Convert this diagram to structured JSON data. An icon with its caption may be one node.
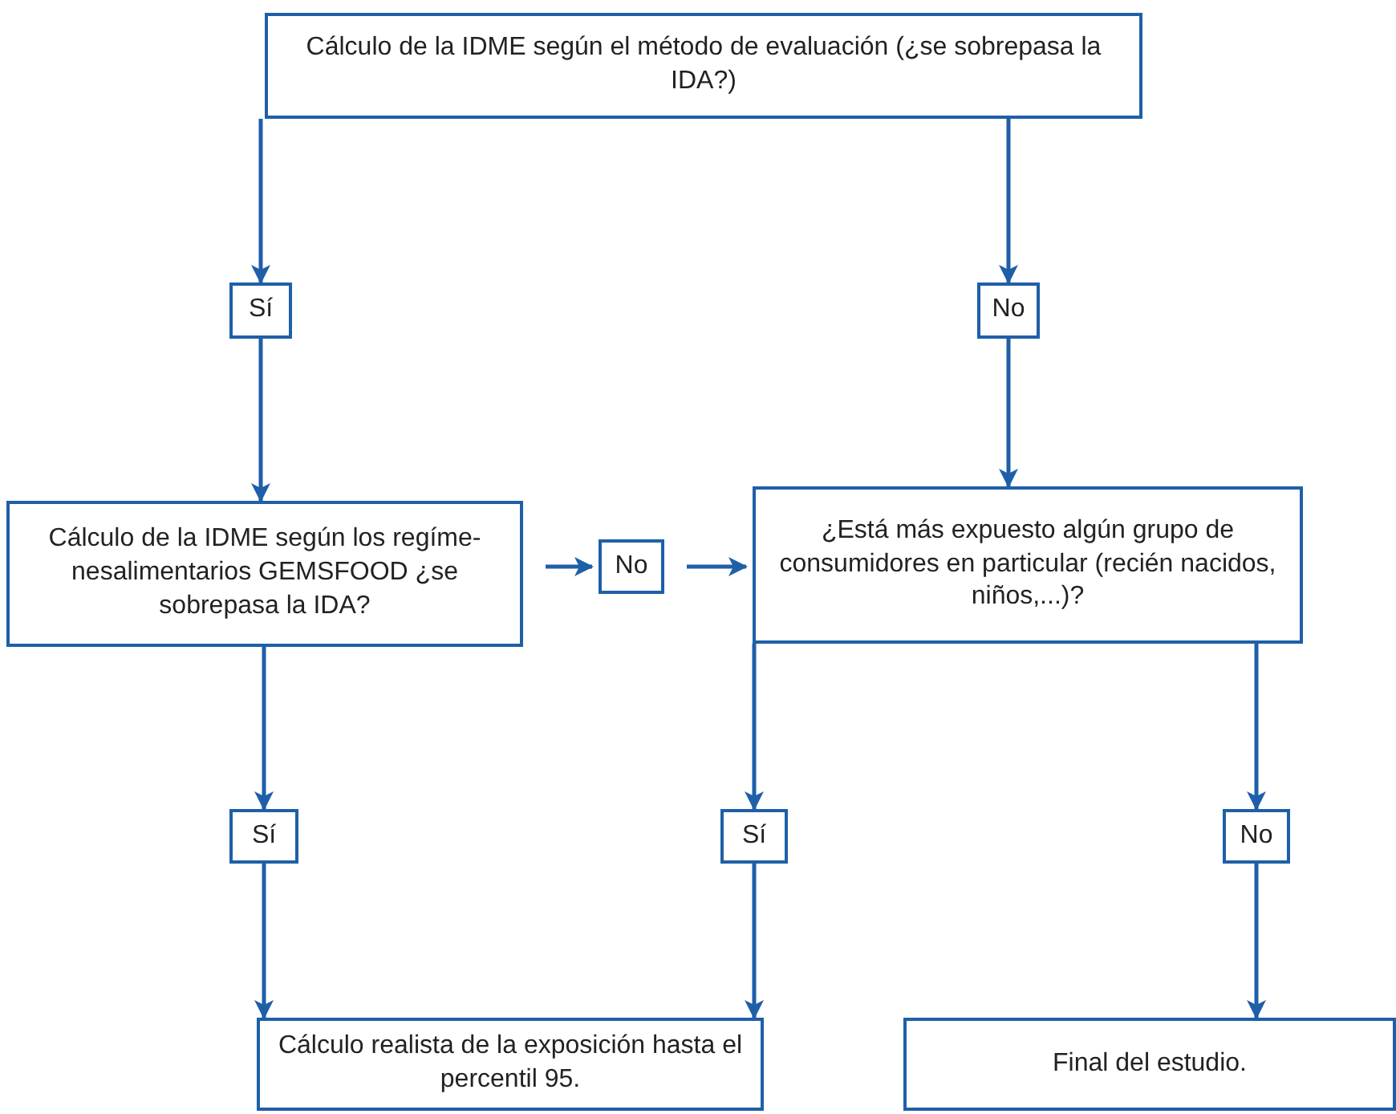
{
  "diagram": {
    "nodes": [
      {
        "text": [
          "Cálculo de la IDME según el método de evaluación (¿se sobrepasa la IDA?)"
        ]
      },
      {
        "text": [
          "Sí"
        ]
      },
      {
        "text": [
          "No"
        ]
      },
      {
        "text": [
          "Cálculo de la IDME según los regíme- nesalimentarios GEMSFOOD ¿se sobrepasa la IDA?"
        ]
      },
      {
        "text": [
          "No"
        ]
      },
      {
        "text": [
          "¿Está más expuesto algún grupo de consumidores en particular (recién nacidos, niños,...)?"
        ]
      },
      {
        "text": [
          "Sí"
        ]
      },
      {
        "text": [
          "Sí"
        ]
      },
      {
        "text": [
          "No"
        ]
      },
      {
        "text": [
          "Cálculo realista de la exposición hasta el percentil 95."
        ]
      },
      {
        "text": [
          "Final del estudio."
        ]
      }
    ],
    "edges": [
      {
        "from": 0,
        "to": 1,
        "arrow": "to"
      },
      {
        "from": 1,
        "to": 3,
        "arrow": "to"
      },
      {
        "from": 0,
        "to": 2,
        "arrow": "to"
      },
      {
        "from": 2,
        "to": 5,
        "arrow": "to"
      },
      {
        "from": 3,
        "to": 4,
        "arrow": "to"
      },
      {
        "from": 4,
        "to": 5,
        "arrow": "to"
      },
      {
        "from": 3,
        "to": 6,
        "arrow": "to"
      },
      {
        "from": 6,
        "to": 9,
        "arrow": "to"
      },
      {
        "from": 5,
        "to": 7,
        "arrow": "to"
      },
      {
        "from": 7,
        "to": 9,
        "arrow": "to"
      },
      {
        "from": 5,
        "to": 8,
        "arrow": "to"
      },
      {
        "from": 8,
        "to": 10,
        "arrow": "to"
      }
    ]
  }
}
